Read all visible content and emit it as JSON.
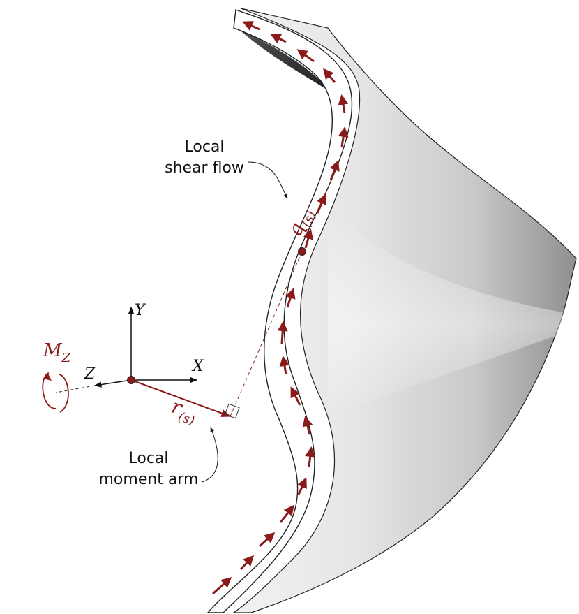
{
  "annotations": {
    "shear_flow_line1": "Local",
    "shear_flow_line2": "shear flow",
    "moment_arm_line1": "Local",
    "moment_arm_line2": "moment arm"
  },
  "symbols": {
    "shear_flow_q": "q",
    "shear_flow_sub": "(s)",
    "moment_arm_r": "r",
    "moment_arm_sub": "(s)",
    "moment_M": "M",
    "moment_sub": "Z"
  },
  "axes": {
    "x": "X",
    "y": "Y",
    "z": "Z"
  },
  "colors": {
    "accent": "#8b1a1a",
    "axis": "#111111",
    "shell_light": "#f4f4f4",
    "shell_dark": "#9a9a9a",
    "interior": "#3a3a3a"
  }
}
